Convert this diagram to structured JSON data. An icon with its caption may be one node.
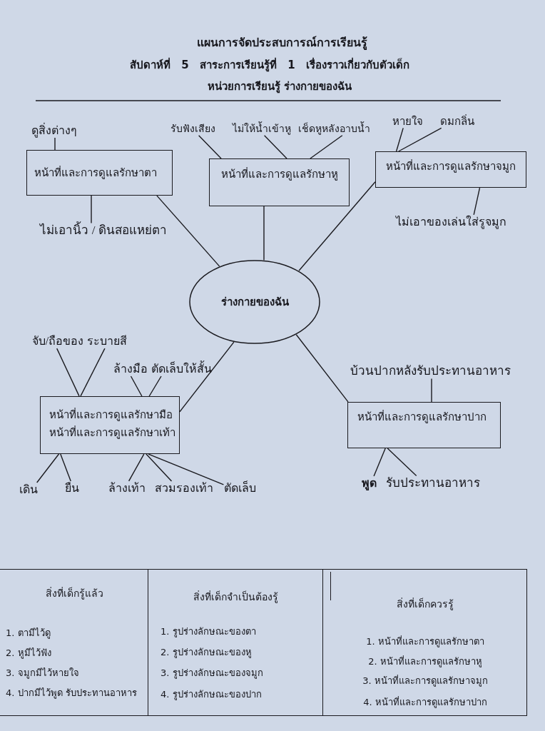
{
  "diagram": {
    "title": "แผนการจัดประสบการณ์การเรียนรู้",
    "labels": [
      "สัปดาห์ที่ 5 สาระการเรียนรู้ที่ 1 เรื่องราวเกี่ยวกับตัวเด็ก",
      "หน่วยการเรียนรู้ ร่างกายของฉัน"
    ],
    "nodes": [
      {
        "text": [
          "หน้าที่และการดูแลรักษาตา"
        ]
      },
      {
        "text": [
          "หน้าที่และการดูแลรักษาหู"
        ]
      },
      {
        "text": [
          "หน้าที่และการดูแลรักษาจมูก"
        ]
      },
      {
        "text": [
          "ร่างกายของฉัน"
        ]
      },
      {
        "text": [
          "หน้าที่และการดูแลรักษามือ",
          "หน้าที่และการดูแลรักษาเท้า"
        ]
      },
      {
        "text": [
          "หน้าที่และการดูแลรักษาปาก"
        ]
      },
      {
        "text": [
          "ดูสิ่งต่างๆ"
        ]
      },
      {
        "text": [
          "ไม่เอานิ้ว / ดินสอแหย่ตา"
        ]
      },
      {
        "text": [
          "รับฟังเสียง"
        ]
      },
      {
        "text": [
          "ไม่ให้น้ำเข้าหู"
        ]
      },
      {
        "text": [
          "เช็ดหูหลังอาบน้ำ"
        ]
      },
      {
        "text": [
          "หายใจ"
        ]
      },
      {
        "text": [
          "ดมกลิ่น"
        ]
      },
      {
        "text": [
          "ไม่เอาของเล่นใส่รูจมูก"
        ]
      },
      {
        "text": [
          "จับ/ถือของ"
        ]
      },
      {
        "text": [
          "ระบายสี"
        ]
      },
      {
        "text": [
          "ล้างมือ"
        ]
      },
      {
        "text": [
          "ตัดเล็บให้สั้น"
        ]
      },
      {
        "text": [
          "เดิน"
        ]
      },
      {
        "text": [
          "ยืน"
        ]
      },
      {
        "text": [
          "ล้างเท้า"
        ]
      },
      {
        "text": [
          "สวมรองเท้า"
        ]
      },
      {
        "text": [
          "ตัดเล็บ"
        ]
      },
      {
        "text": [
          "บ้วนปากหลังรับประทานอาหาร"
        ]
      },
      {
        "text": [
          "พูด"
        ]
      },
      {
        "text": [
          "รับประทานอาหาร"
        ]
      },
      {
        "text": [
          "สิ่งที่เด็กรู้แล้ว",
          "1. ตามีไว้ดู",
          "2. หูมีไว้ฟัง",
          "3. จมูกมีไว้หายใจ",
          "4. ปากมีไว้พูด รับประทานอาหาร"
        ]
      },
      {
        "text": [
          "สิ่งที่เด็กจำเป็นต้องรู้",
          "1. รูปร่างลักษณะของตา",
          "2. รูปร่างลักษณะของหู",
          "3. รูปร่างลักษณะของจมูก",
          "4. รูปร่างลักษณะของปาก"
        ]
      },
      {
        "text": [
          "สิ่งที่เด็กควรรู้",
          "1. หน้าที่และการดูแลรักษาตา",
          "2. หน้าที่และการดูแลรักษาหู",
          "3. หน้าที่และการดูแลรักษาจมูก",
          "4. หน้าที่และการดูแลรักษาปาก"
        ]
      }
    ],
    "edges": [
      {
        "from": 3,
        "to": 0,
        "arrow": "none"
      },
      {
        "from": 3,
        "to": 1,
        "arrow": "none"
      },
      {
        "from": 3,
        "to": 2,
        "arrow": "none"
      },
      {
        "from": 3,
        "to": 4,
        "arrow": "none"
      },
      {
        "from": 3,
        "to": 5,
        "arrow": "none"
      },
      {
        "from": 0,
        "to": 6,
        "arrow": "none"
      },
      {
        "from": 0,
        "to": 7,
        "arrow": "none"
      },
      {
        "from": 1,
        "to": 8,
        "arrow": "none"
      },
      {
        "from": 1,
        "to": 9,
        "arrow": "none"
      },
      {
        "from": 1,
        "to": 10,
        "arrow": "none"
      },
      {
        "from": 2,
        "to": 11,
        "arrow": "none"
      },
      {
        "from": 2,
        "to": 12,
        "arrow": "none"
      },
      {
        "from": 2,
        "to": 13,
        "arrow": "none"
      },
      {
        "from": 4,
        "to": 14,
        "arrow": "none"
      },
      {
        "from": 4,
        "to": 15,
        "arrow": "none"
      },
      {
        "from": 4,
        "to": 16,
        "arrow": "none"
      },
      {
        "from": 4,
        "to": 17,
        "arrow": "none"
      },
      {
        "from": 4,
        "to": 18,
        "arrow": "none"
      },
      {
        "from": 4,
        "to": 19,
        "arrow": "none"
      },
      {
        "from": 4,
        "to": 20,
        "arrow": "none"
      },
      {
        "from": 4,
        "to": 21,
        "arrow": "none"
      },
      {
        "from": 4,
        "to": 22,
        "arrow": "none"
      },
      {
        "from": 5,
        "to": 23,
        "arrow": "none"
      },
      {
        "from": 5,
        "to": 24,
        "arrow": "none"
      },
      {
        "from": 5,
        "to": 25,
        "arrow": "none"
      }
    ]
  }
}
